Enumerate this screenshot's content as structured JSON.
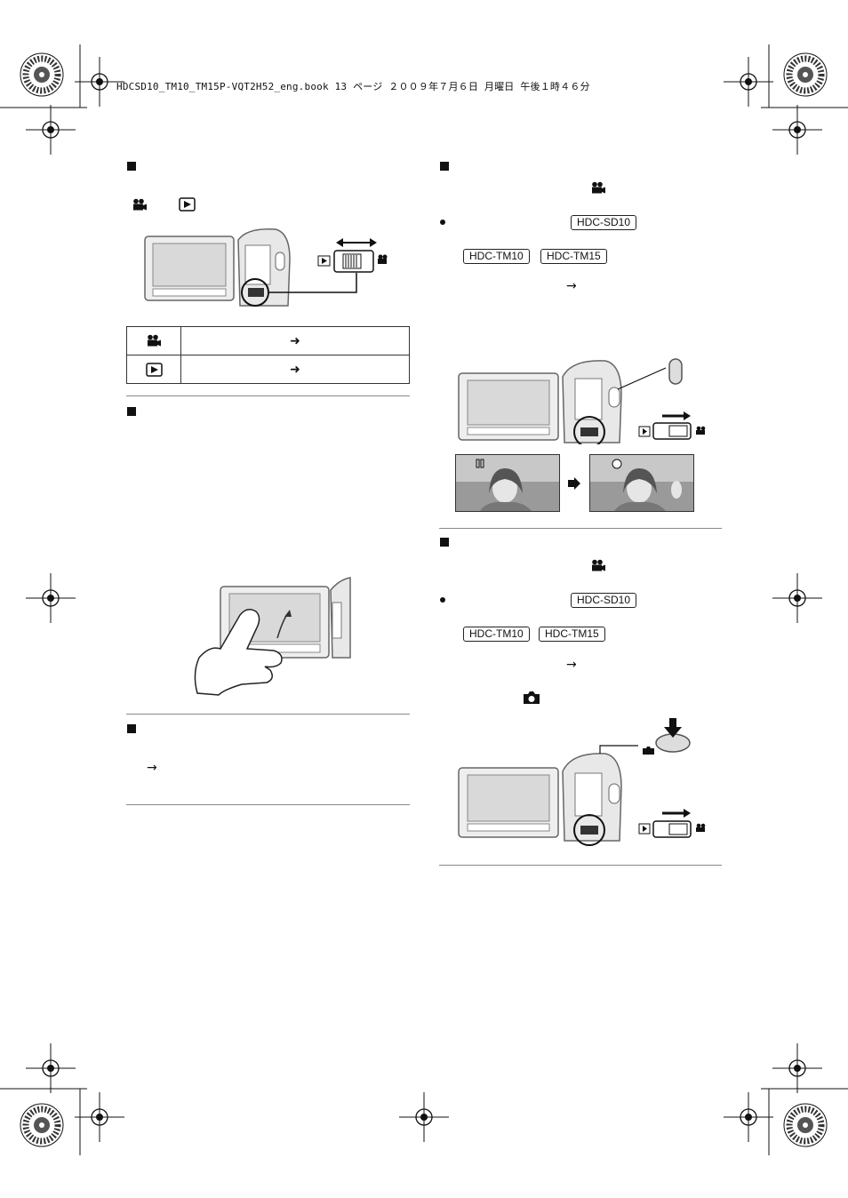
{
  "header": {
    "text": "HDCSD10_TM10_TM15P-VQT2H52_eng.book  13 ページ  ２００９年７月６日  月曜日  午後１時４６分"
  },
  "icons": {
    "arrow_symbol": "➜",
    "thin_arrow": "→",
    "pause_mark": "▯▯"
  },
  "left_column": {
    "mode_table": {
      "rows": [
        {
          "icon": "motion-picture-mode-icon",
          "arrow": "➜"
        },
        {
          "icon": "playback-mode-icon",
          "arrow": "➜"
        }
      ]
    },
    "arrow_line": "→"
  },
  "right_column": {
    "section1": {
      "models": {
        "first": "HDC-SD10",
        "second": "HDC-TM10",
        "third": "HDC-TM15"
      },
      "arrow_line": "→"
    },
    "section2": {
      "models": {
        "first": "HDC-SD10",
        "second": "HDC-TM10",
        "third": "HDC-TM15"
      },
      "arrow_line": "→"
    }
  },
  "colors": {
    "text": "#111111",
    "rule": "#888888",
    "illustration_gray": "#7a7a7a",
    "screen_gray": "#d9d9d9"
  }
}
